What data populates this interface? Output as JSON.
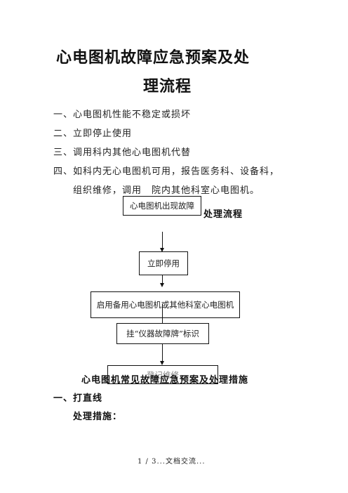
{
  "document": {
    "title_line1": "心电图机故障应急预案及处",
    "title_line2": "理流程",
    "items": [
      "一、心电图机性能不稳定或损坏",
      "二、立即停止使用",
      "三、调用科内其他心电图机代替",
      "四、如科内无心电图机可用，报告医务科、设备科，",
      "组织维修，调用　院内其他科室心电图机。"
    ],
    "flow_heading": "处理流程",
    "flowchart": {
      "step1": "心电图机出现故障",
      "step2": "立即停用",
      "step3": "启用备用心电图机或其他科室心电图机",
      "step4": "挂“仪器故障牌”标识",
      "step5": "登记维修"
    },
    "section_heading": "心电图机常见故障应急预案及处理措施",
    "subsection_1": "一、打直线",
    "subsection_1_label": "处理措施：",
    "footer": "1 / 3...文档交流..."
  }
}
